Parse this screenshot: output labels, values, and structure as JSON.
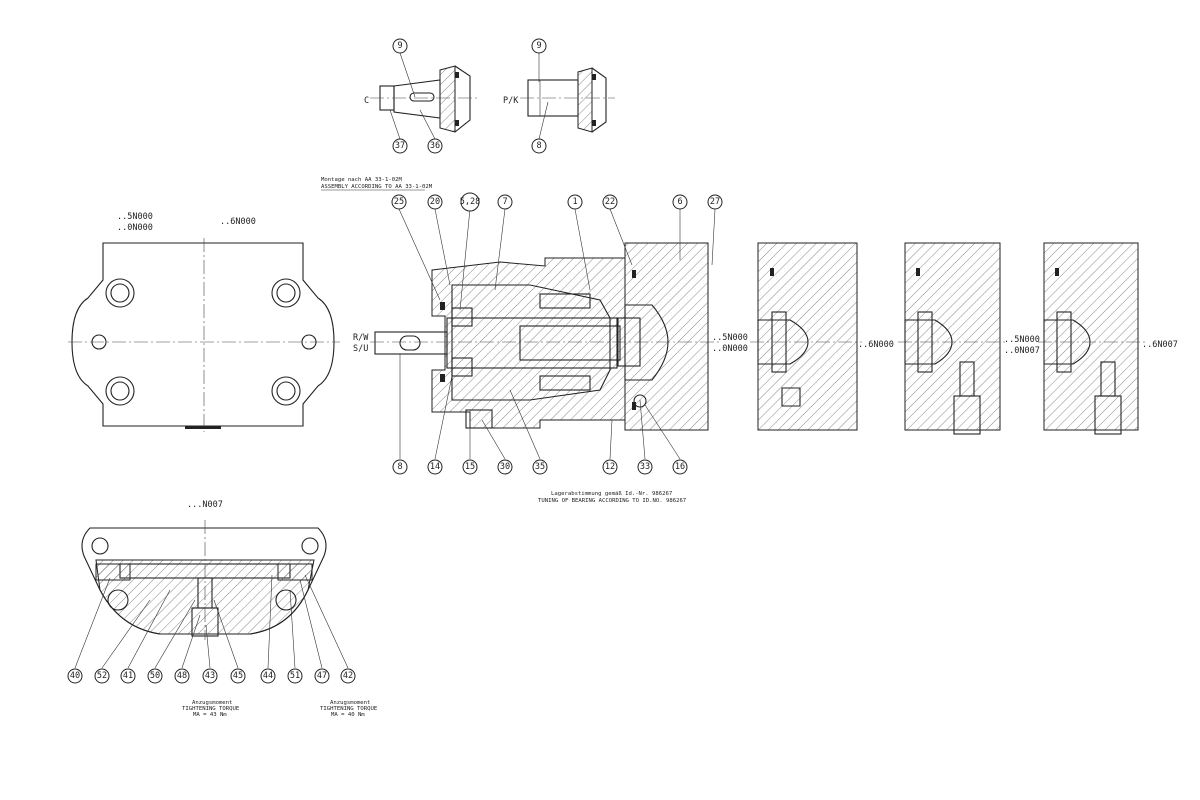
{
  "labels": {
    "shaft_c": "C",
    "shaft_pk": "P/K",
    "left_top_1": "..5N000",
    "left_top_2": "..0N000",
    "left_top_3": "..6N000",
    "main_rw": "R/W",
    "main_su": "S/U",
    "main_right_1": "..5N000",
    "main_right_2": "..0N000",
    "cover_a": "..6N000",
    "cover_b_1": "..5N000",
    "cover_b_2": "..0N007",
    "cover_c": "..6N007",
    "bottom_title": "...N007"
  },
  "notes": {
    "assembly_de": "Montage nach AA 33-1-02M",
    "assembly_en": "ASSEMBLY ACCORDING TO AA 33-1-02M",
    "bearing_de": "Lagerabstimmung gemäß Id.-Nr. 986267",
    "bearing_en": "TUNING OF BEARING ACCORDING TO ID.NO. 986267",
    "torque_left_de": "Anzugsmoment",
    "torque_left_en": "TIGHTENING TORQUE",
    "torque_left_val": "MA = 43 Nm",
    "torque_right_de": "Anzugsmoment",
    "torque_right_en": "TIGHTENING TORQUE",
    "torque_right_val": "MA = 40 Nm"
  },
  "balloons": {
    "b9a": "9",
    "b37": "37",
    "b36": "36",
    "b9b": "9",
    "b8a": "8",
    "b25": "25",
    "b20": "20",
    "b528": "5,28",
    "b7": "7",
    "b1": "1",
    "b22": "22",
    "b6": "6",
    "b27": "27",
    "b8b": "8",
    "b14": "14",
    "b15": "15",
    "b30": "30",
    "b35": "35",
    "b12": "12",
    "b33": "33",
    "b16": "16",
    "b40": "40",
    "b52": "52",
    "b41": "41",
    "b50": "50",
    "b48": "48",
    "b43": "43",
    "b45": "45",
    "b44": "44",
    "b51": "51",
    "b47": "47",
    "b42": "42"
  }
}
